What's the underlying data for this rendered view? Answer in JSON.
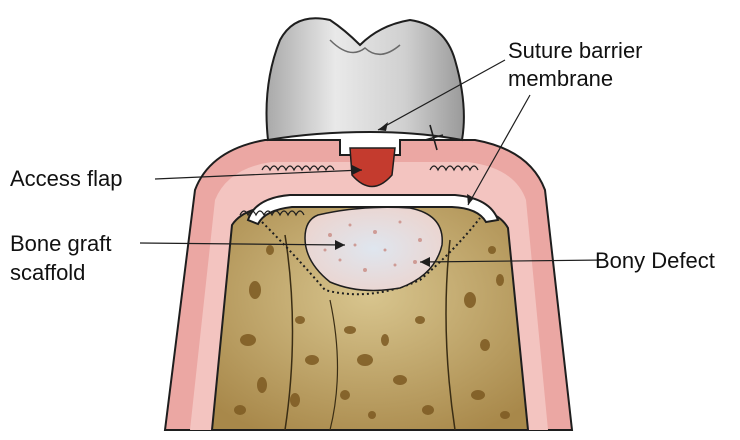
{
  "labels": {
    "suture_barrier_line1": "Suture barrier",
    "suture_barrier_line2": "membrane",
    "access_flap": "Access flap",
    "bone_graft_line1": "Bone graft",
    "bone_graft_line2": "scaffold",
    "bony_defect": "Bony Defect"
  },
  "colors": {
    "gum": "#eba7a3",
    "gum_inner": "#f6d3d0",
    "flap_red": "#c43b2e",
    "bone": "#bda366",
    "bone_spot": "#7d5a22",
    "tooth": "#dcdcdc",
    "membrane": "#ffffff",
    "graft": "#e8d6d2",
    "outline": "#1e1e1e"
  }
}
